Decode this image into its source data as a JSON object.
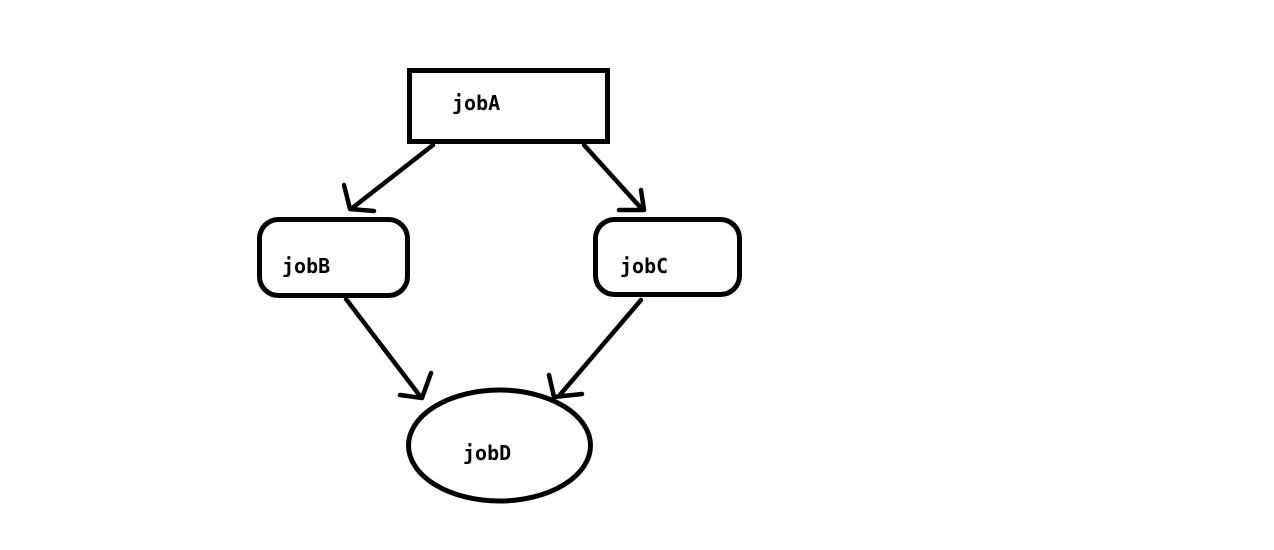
{
  "canvas": {
    "background_color": "#ffffff",
    "stroke_color": "#000000"
  },
  "diagram": {
    "type": "flowchart",
    "nodes": [
      {
        "id": "jobA",
        "label": "jobA",
        "shape": "rectangle"
      },
      {
        "id": "jobB",
        "label": "jobB",
        "shape": "rounded-rectangle"
      },
      {
        "id": "jobC",
        "label": "jobC",
        "shape": "rounded-rectangle"
      },
      {
        "id": "jobD",
        "label": "jobD",
        "shape": "ellipse"
      }
    ],
    "edges": [
      {
        "from": "jobA",
        "to": "jobB",
        "style": "arrow"
      },
      {
        "from": "jobA",
        "to": "jobC",
        "style": "arrow"
      },
      {
        "from": "jobB",
        "to": "jobD",
        "style": "arrow"
      },
      {
        "from": "jobC",
        "to": "jobD",
        "style": "arrow"
      }
    ]
  }
}
